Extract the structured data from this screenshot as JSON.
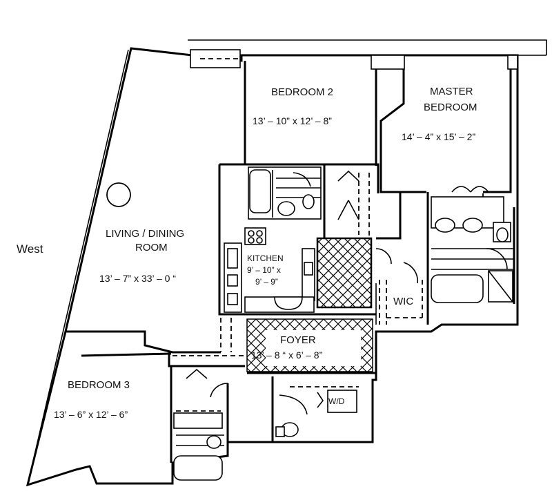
{
  "compass": {
    "west": "West"
  },
  "rooms": {
    "bedroom2": {
      "name": "BEDROOM 2",
      "dims": "13’ – 10” x 12’ – 8”"
    },
    "master": {
      "name_line1": "MASTER",
      "name_line2": "BEDROOM",
      "dims": "14’ – 4” x 15’ – 2”"
    },
    "living": {
      "name_line1": "LIVING / DINING",
      "name_line2": "ROOM",
      "dims": "13’ – 7” x 33’ – 0 “"
    },
    "kitchen": {
      "name": "KITCHEN",
      "dims_line1": "9’ – 10” x",
      "dims_line2": "9’ – 9”"
    },
    "foyer": {
      "name": "FOYER",
      "dims": "13’ – 8 “ x  6’ – 8”"
    },
    "bedroom3": {
      "name": "BEDROOM 3",
      "dims": "13’ – 6” x 12’ – 6”"
    },
    "wic": {
      "name": "WIC"
    },
    "laundry": {
      "name": "W/D"
    }
  }
}
